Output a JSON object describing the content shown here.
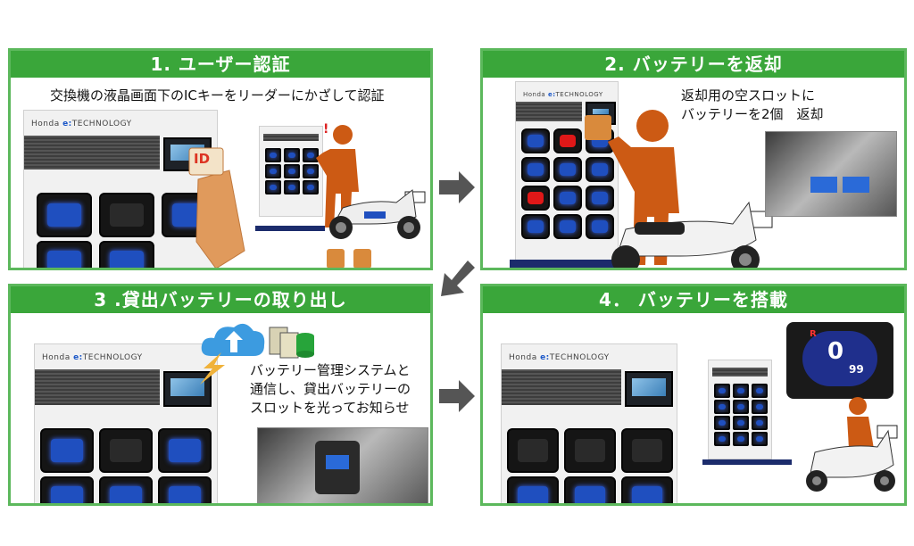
{
  "panels": [
    {
      "title": "1. ユーザー認証",
      "caption": [
        "交換機の液晶画面下のICキーをリーダーにかざして認証"
      ]
    },
    {
      "title": "2. バッテリーを返却",
      "caption": [
        "返却用の空スロットに",
        "バッテリーを2個　返却"
      ]
    },
    {
      "title": "3 .貸出バッテリーの取り出し",
      "caption": [
        "バッテリー管理システムと",
        "通信し、貸出バッテリーの",
        "スロットを光ってお知らせ"
      ]
    },
    {
      "title": "4．  バッテリーを搭載",
      "caption": []
    }
  ],
  "machine_brand": "Honda e:TECHNOLOGY",
  "id_card": "ID",
  "meter": {
    "speed": "0",
    "distance": "99",
    "gear": "R"
  },
  "colors": {
    "accent_green": "#3aa63a",
    "border_green": "#5cb85c",
    "arrow_gray": "#555555",
    "figure_orange": "#cc5a14",
    "slot_blue": "#1f4fbf",
    "slot_red": "#e01818"
  }
}
